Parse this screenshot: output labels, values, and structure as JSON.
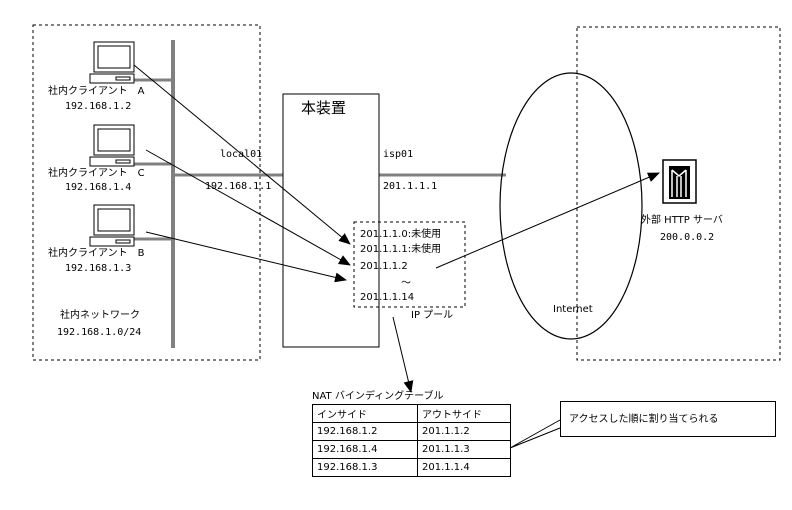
{
  "device": {
    "title": "本装置"
  },
  "clients": [
    {
      "name": "社内クライアント　A",
      "ip": "192.168.1.2"
    },
    {
      "name": "社内クライアント　C",
      "ip": "192.168.1.4"
    },
    {
      "name": "社内クライアント　B",
      "ip": "192.168.1.3"
    }
  ],
  "lan": {
    "label": "社内ネットワーク",
    "subnet": "192.168.1.0/24"
  },
  "interfaces": {
    "local": {
      "name": "local01",
      "ip": "192.168.1.1"
    },
    "isp": {
      "name": "isp01",
      "ip": "201.1.1.1"
    }
  },
  "ip_pool": {
    "label": "IP プール",
    "entries": [
      "201.1.1.0:未使用",
      "201.1.1.1:未使用",
      "201.1.1.2",
      "～",
      "201.1.1.14"
    ]
  },
  "internet": {
    "label": "Internet"
  },
  "server": {
    "label": "外部 HTTP サーバ",
    "ip": "200.0.0.2"
  },
  "nat_table": {
    "title": "NAT バインディングテーブル",
    "headers": [
      "インサイド",
      "アウトサイド"
    ],
    "rows": [
      [
        "192.168.1.2",
        "201.1.1.2"
      ],
      [
        "192.168.1.4",
        "201.1.1.3"
      ],
      [
        "192.168.1.3",
        "201.1.1.4"
      ]
    ]
  },
  "callout": {
    "text": "アクセスした順に割り当てられる"
  }
}
